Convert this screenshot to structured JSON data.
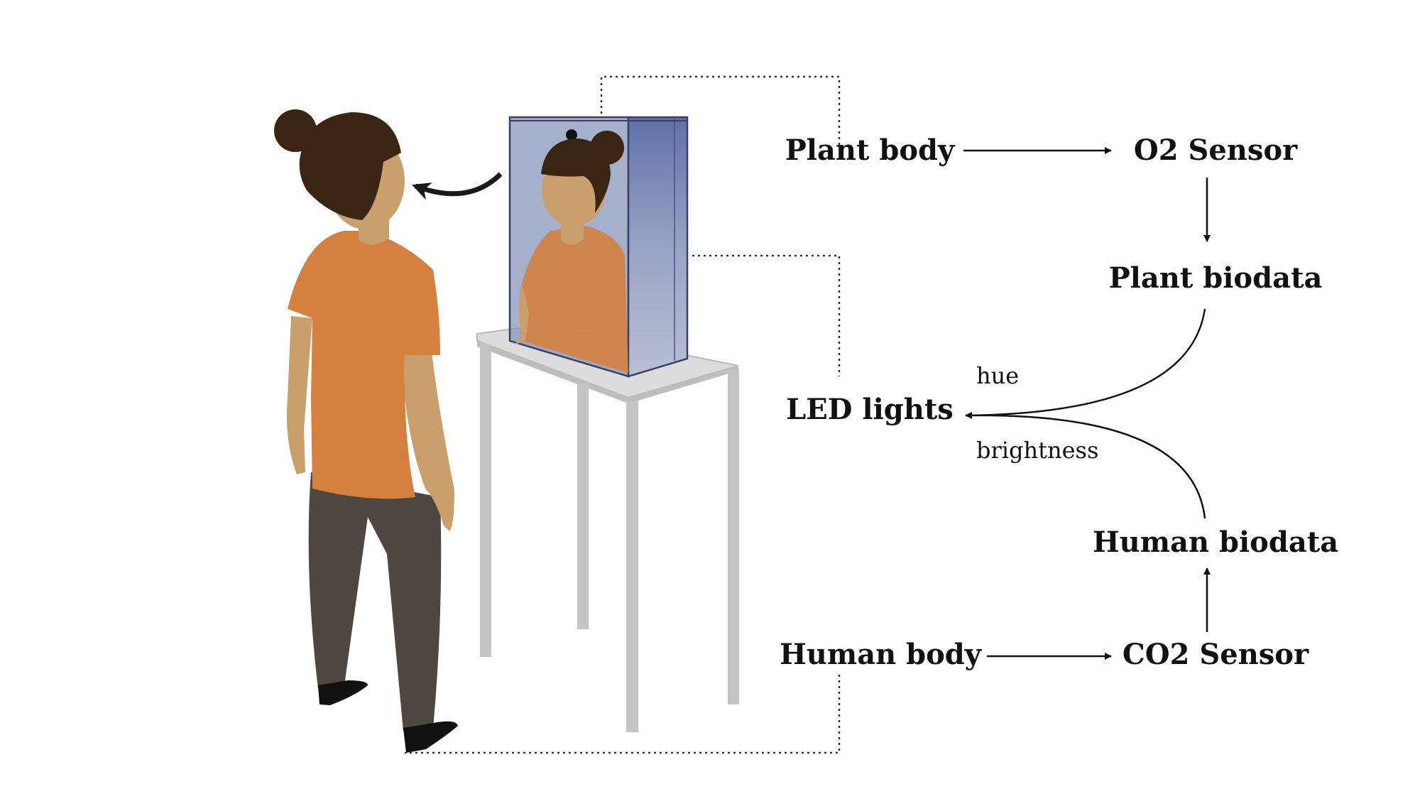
{
  "diagram": {
    "nodes": {
      "plant_body": "Plant body",
      "o2_sensor": "O2 Sensor",
      "plant_biodata": "Plant biodata",
      "led_lights": "LED lights",
      "human_biodata": "Human biodata",
      "human_body": "Human body",
      "co2_sensor": "CO2 Sensor"
    },
    "edge_labels": {
      "hue": "hue",
      "brightness": "brightness"
    },
    "edges": [
      {
        "from": "plant_body",
        "to": "o2_sensor"
      },
      {
        "from": "o2_sensor",
        "to": "plant_biodata"
      },
      {
        "from": "plant_biodata",
        "to": "led_lights",
        "label": "hue"
      },
      {
        "from": "human_biodata",
        "to": "led_lights",
        "label": "brightness"
      },
      {
        "from": "co2_sensor",
        "to": "human_biodata"
      },
      {
        "from": "human_body",
        "to": "co2_sensor"
      }
    ]
  },
  "illustration": {
    "figures": [
      "person-standing",
      "reflection-in-chamber",
      "plant-chamber",
      "table"
    ],
    "colors": {
      "hair": "#3a2412",
      "skin": "#c9a06c",
      "shirt": "#d48140",
      "pants": "#4e4640",
      "shoes": "#111111",
      "chamber_glass": "#8795b8",
      "chamber_frame": "#3a4166",
      "table": "#c8c8c8",
      "line": "#111111"
    }
  }
}
